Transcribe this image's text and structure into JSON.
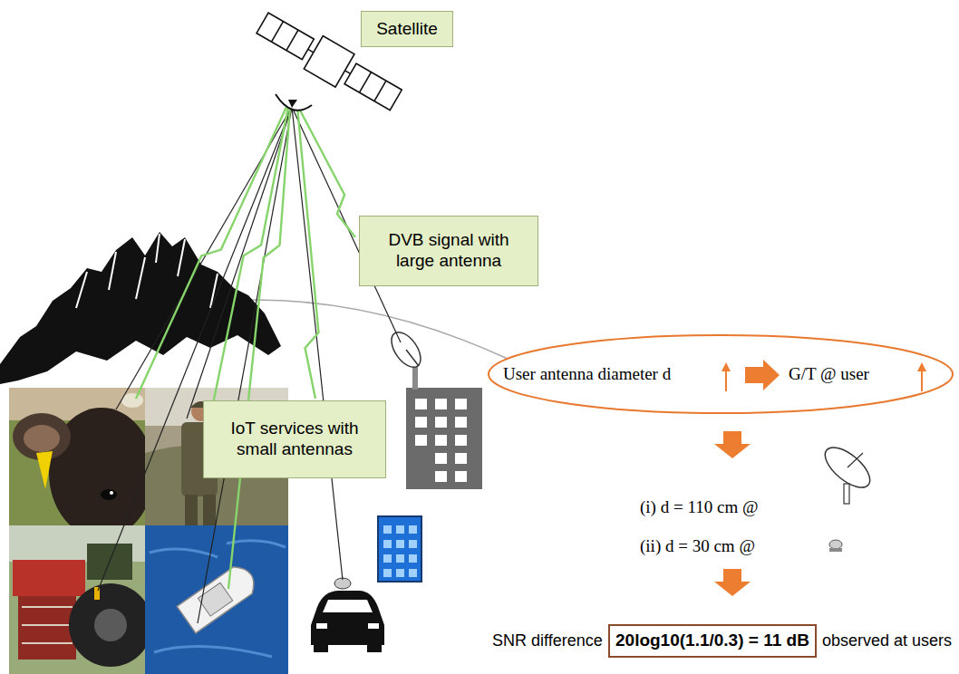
{
  "diagram": {
    "nodes": [
      {
        "text": [
          "Satellite"
        ]
      },
      {
        "text": [
          "DVB signal with large antenna"
        ]
      },
      {
        "text": [
          "IoT services with small antennas"
        ]
      },
      {
        "text": [
          "User antenna diameter d",
          "G/T @ user"
        ]
      },
      {
        "text": [
          "20log10(1.1/0.3) = 11 dB"
        ]
      }
    ],
    "labels": [
      "(i) d = 110 cm @",
      "(ii) d = 30 cm @",
      "SNR difference",
      "observed at users"
    ]
  }
}
